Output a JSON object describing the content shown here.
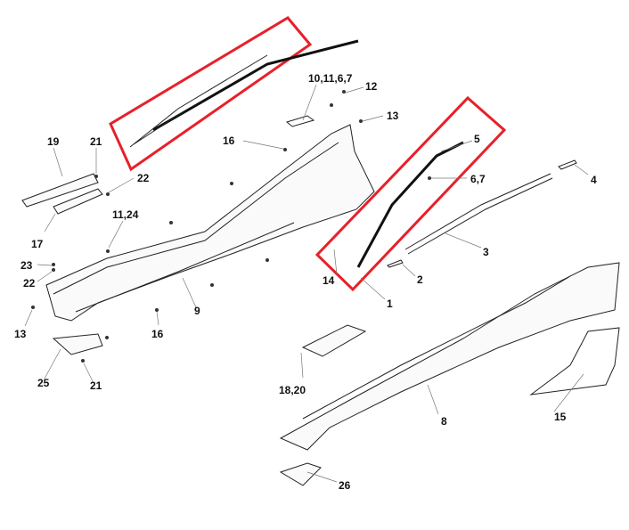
{
  "diagram": {
    "labels": {
      "p1": "1",
      "p2": "2",
      "p3": "3",
      "p4": "4",
      "p5": "5",
      "p67": "6,7",
      "p8": "8",
      "p9": "9",
      "p1011": "10,11,6,7",
      "p1124": "11,24",
      "p12": "12",
      "p13a": "13",
      "p13b": "13",
      "p14": "14",
      "p15": "15",
      "p16a": "16",
      "p16b": "16",
      "p17": "17",
      "p1820": "18,20",
      "p19": "19",
      "p21a": "21",
      "p21b": "21",
      "p22a": "22",
      "p22b": "22",
      "p23": "23",
      "p25": "25",
      "p26": "26"
    },
    "highlight_color": "#e8202a"
  }
}
